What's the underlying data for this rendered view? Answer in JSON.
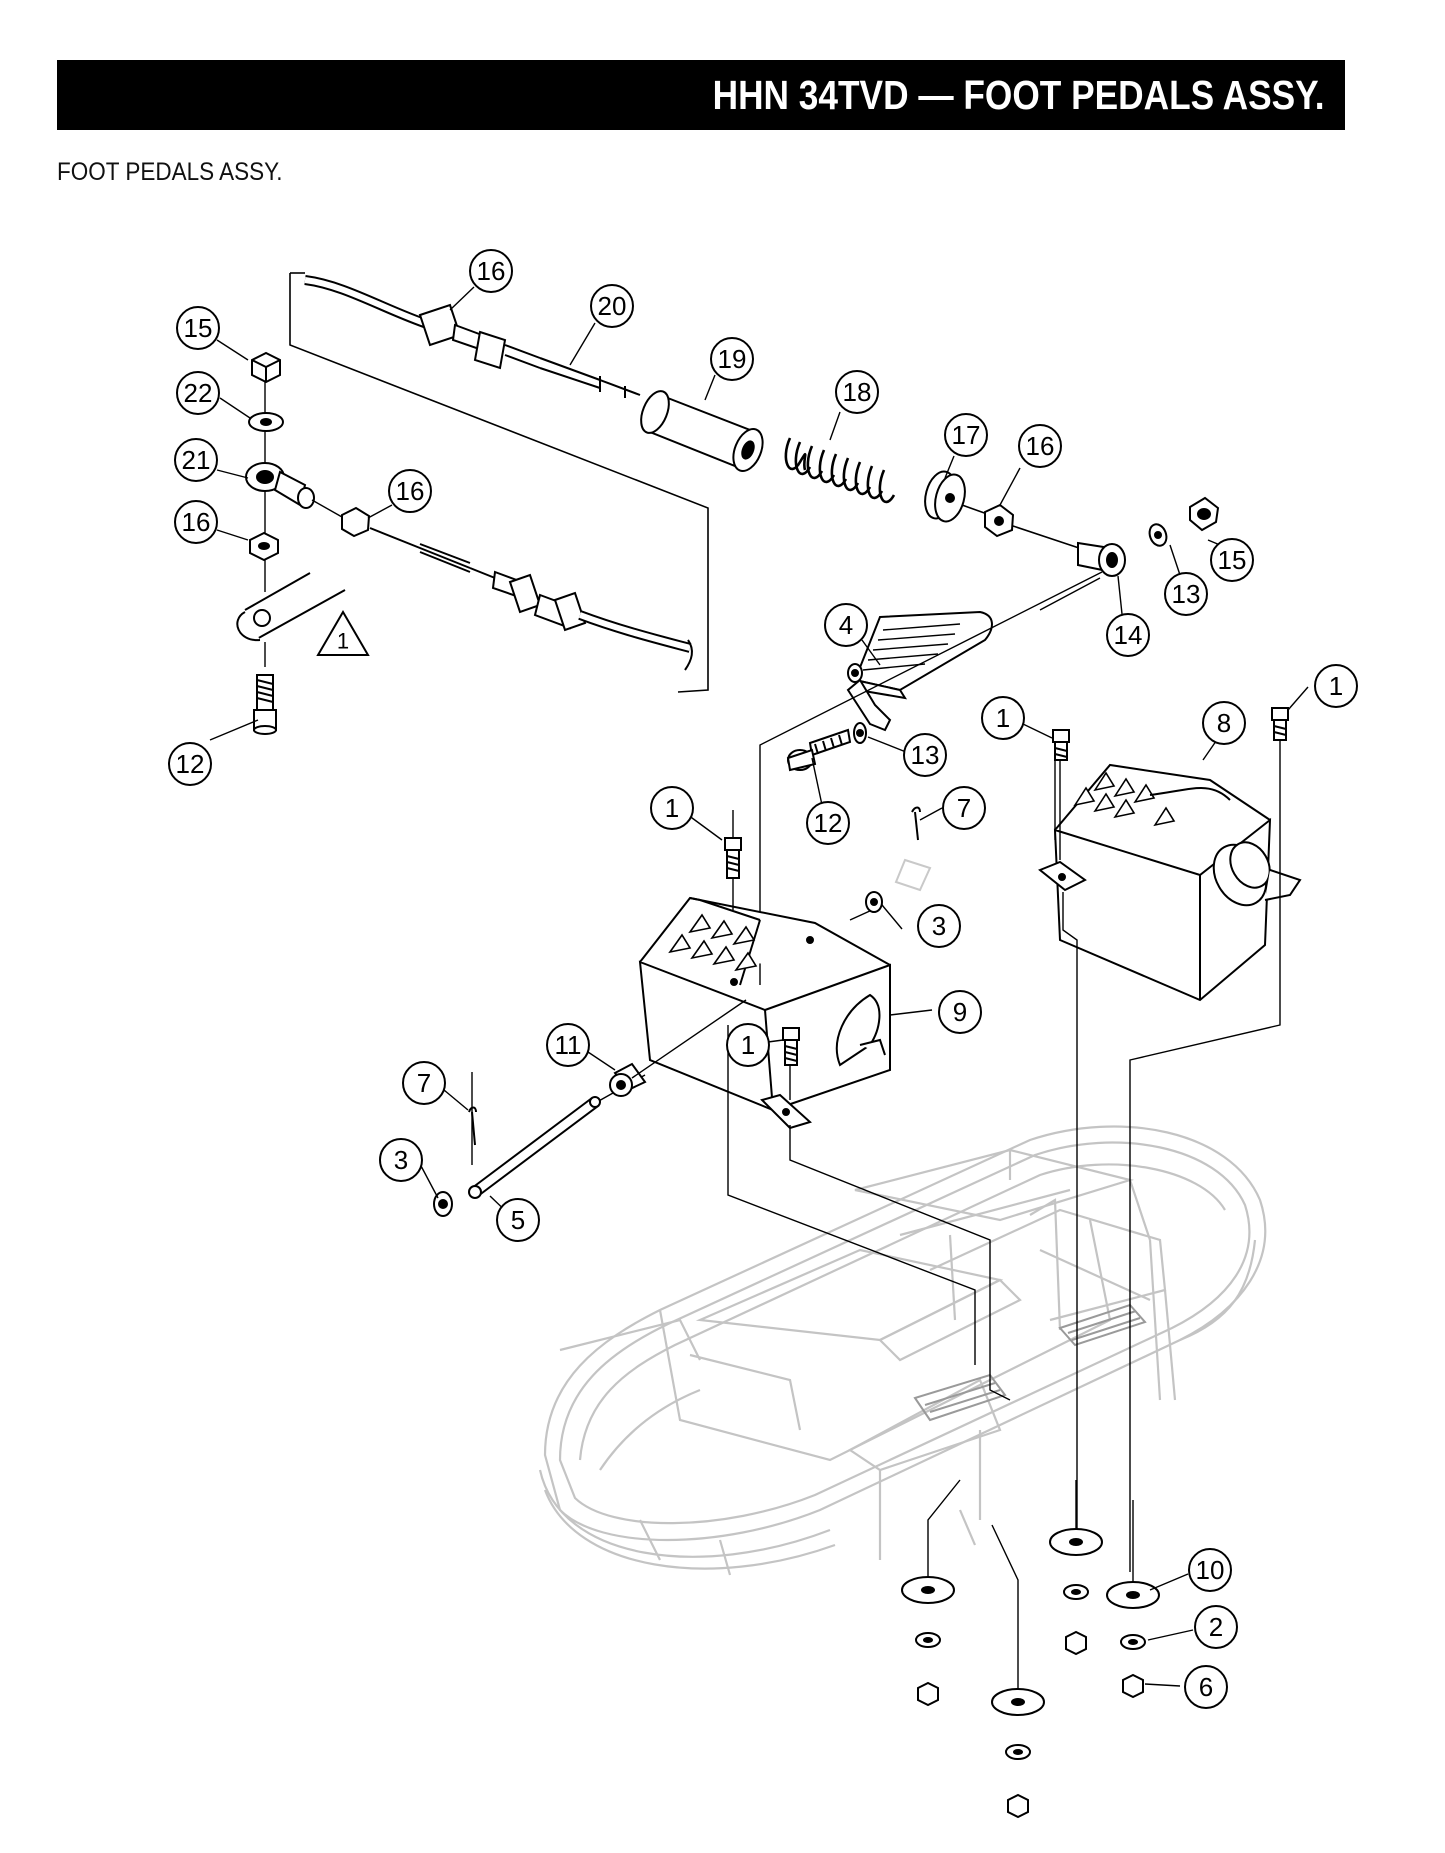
{
  "header": {
    "title": "HHN 34TVD — FOOT PEDALS ASSY."
  },
  "subtitle": "FOOT PEDALS ASSY.",
  "warning_symbol": {
    "label": "1"
  },
  "callouts": [
    "16",
    "20",
    "19",
    "18",
    "17",
    "16",
    "15",
    "22",
    "21",
    "16",
    "16",
    "15",
    "13",
    "14",
    "4",
    "13",
    "12",
    "12",
    "1",
    "8",
    "1",
    "1",
    "7",
    "3",
    "9",
    "11",
    "1",
    "7",
    "3",
    "5",
    "10",
    "2",
    "6"
  ]
}
